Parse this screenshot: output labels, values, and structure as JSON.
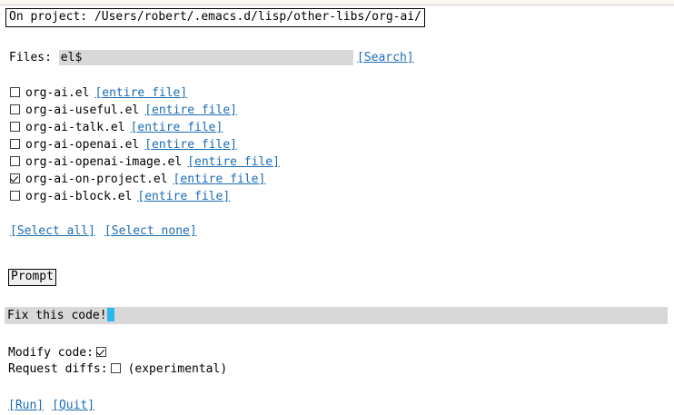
{
  "window": {
    "project_banner": "On project: /Users/robert/.emacs.d/lisp/other-libs/org-ai/"
  },
  "search": {
    "label": "Files:",
    "value": "el$",
    "placeholder": "",
    "button_label": "[Search]"
  },
  "files": {
    "entire_file_label": "[entire file]",
    "items": [
      {
        "name": "org-ai.el",
        "checked": false
      },
      {
        "name": "org-ai-useful.el",
        "checked": false
      },
      {
        "name": "org-ai-talk.el",
        "checked": false
      },
      {
        "name": "org-ai-openai.el",
        "checked": false
      },
      {
        "name": "org-ai-openai-image.el",
        "checked": false
      },
      {
        "name": "org-ai-on-project.el",
        "checked": true
      },
      {
        "name": "org-ai-block.el",
        "checked": false
      }
    ]
  },
  "selection": {
    "select_all_label": "[Select all]",
    "select_none_label": "[Select none]"
  },
  "prompt": {
    "section_label": "Prompt",
    "value": "Fix this code!"
  },
  "options": {
    "modify_code_label": "Modify code:",
    "modify_code_checked": true,
    "request_diffs_label": "Request diffs:",
    "request_diffs_checked": false,
    "request_diffs_note": "(experimental)"
  },
  "actions": {
    "run_label": "[Run]",
    "quit_label": "[Quit]"
  },
  "colors": {
    "link": "#1a6cb5",
    "field_bg": "#d8d8d8",
    "caret": "#2ab8ee",
    "top_strip": "#faf6f2"
  }
}
